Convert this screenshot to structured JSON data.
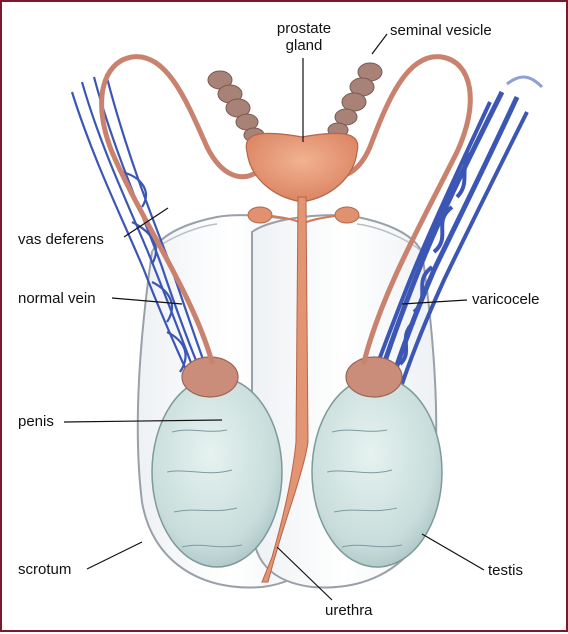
{
  "labels": {
    "prostate_gland": "prostate\ngland",
    "seminal_vesicle": "seminal vesicle",
    "vas_deferens": "vas deferens",
    "normal_vein": "normal vein",
    "varicocele": "varicocele",
    "penis": "penis",
    "scrotum": "scrotum",
    "testis": "testis",
    "urethra": "urethra"
  },
  "colors": {
    "border": "#7a1a2a",
    "prostate": "#e0916f",
    "duct": "#c9826e",
    "vein": "#3b56b5",
    "testis": "#cfe2e0",
    "epididymis": "#c98d7a",
    "vesicle": "#a88276",
    "scrotum_outline": "#9aa0a8"
  }
}
